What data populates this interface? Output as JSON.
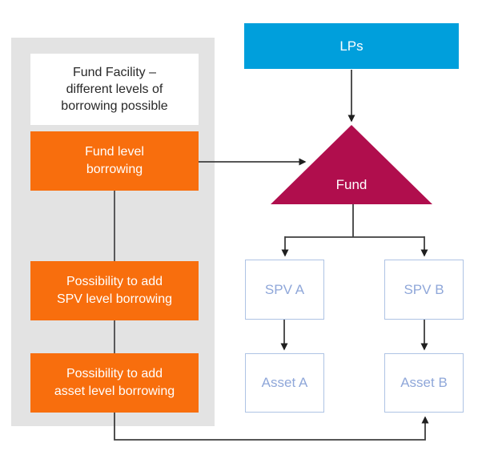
{
  "left_panel": {
    "heading": "Fund Facility –\ndifferent levels of\nborrowing possible",
    "items": [
      {
        "label": "Fund level\nborrowing"
      },
      {
        "label": "Possibility to add\nSPV level borrowing"
      },
      {
        "label": "Possibility to add\nasset level borrowing"
      }
    ]
  },
  "structure": {
    "lps_label": "LPs",
    "fund_label": "Fund",
    "spv_a_label": "SPV A",
    "spv_b_label": "SPV B",
    "asset_a_label": "Asset A",
    "asset_b_label": "Asset B"
  },
  "colors": {
    "orange": "#f86e0d",
    "blue": "#009fdc",
    "crimson": "#b00e4d",
    "panel_gray": "#e3e3e3",
    "node_border_blue": "#aec3e4",
    "node_text_blue": "#8fa7d9",
    "line": "#3e3e3e",
    "arrowhead": "#1f1f1f"
  }
}
